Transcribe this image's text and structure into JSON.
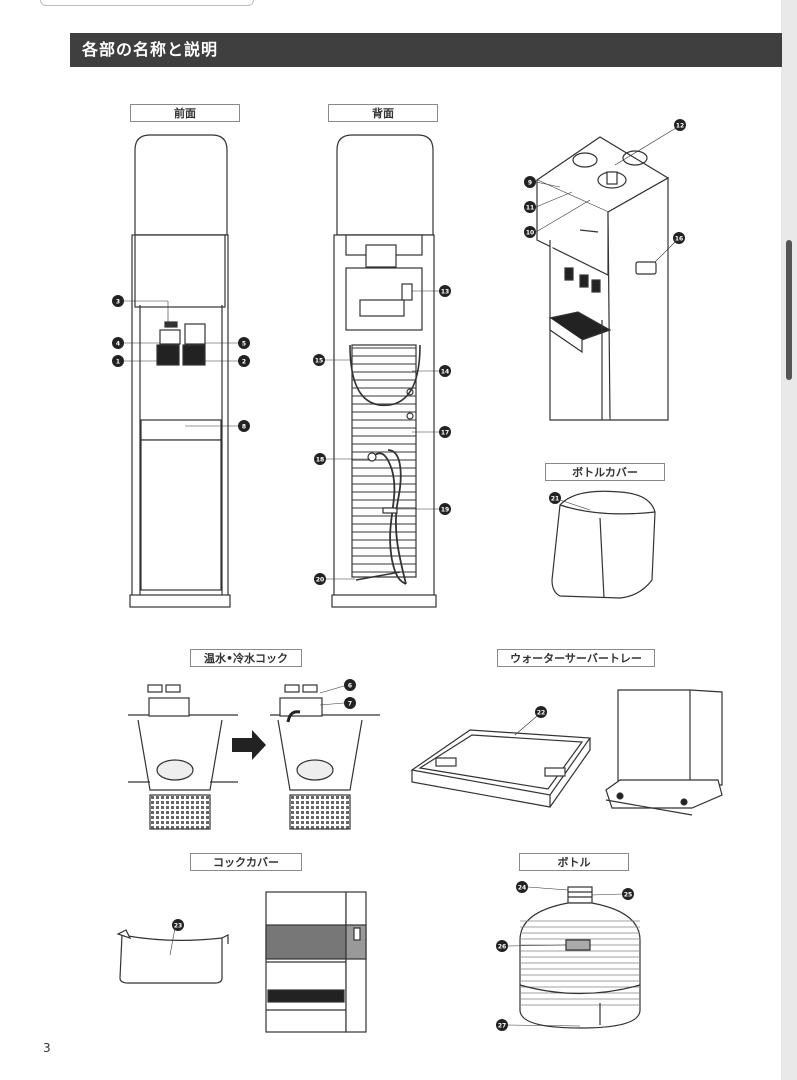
{
  "header": {
    "title": "各部の名称と説明"
  },
  "labels": {
    "front": "前面",
    "back": "背面",
    "bottle_cover": "ボトルカバー",
    "faucet": "温水•冷水コック",
    "tray": "ウォーターサーバートレー",
    "cock_cover": "コックカバー",
    "bottle": "ボトル"
  },
  "page_number": "3"
}
